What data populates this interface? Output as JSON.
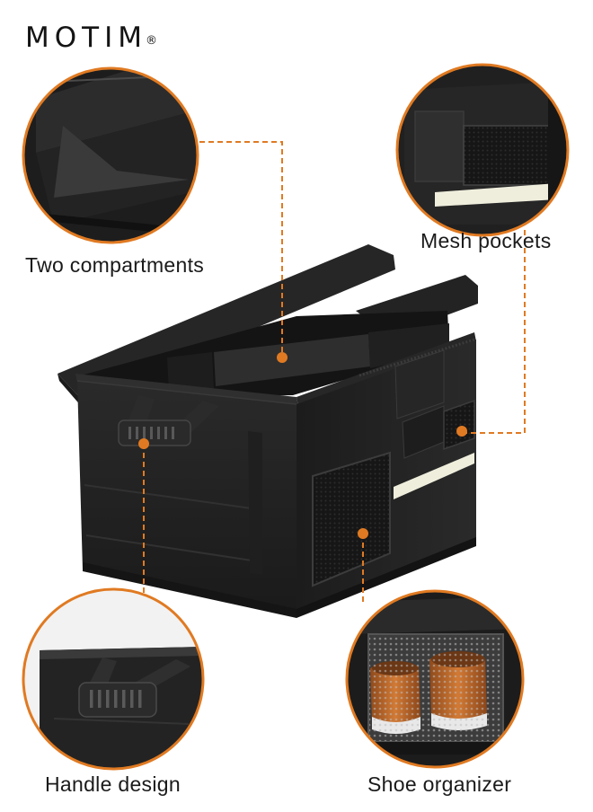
{
  "brand": {
    "name": "MOTIM",
    "mark": "®"
  },
  "captions": {
    "two_compartments": "Two compartments",
    "mesh_pockets": "Mesh pockets",
    "handle_design": "Handle design",
    "shoe_organizer": "Shoe organizer"
  },
  "colors": {
    "accent": "#e07a22",
    "product": "#1e1e1e",
    "reflective_strip": "#efeedd"
  }
}
